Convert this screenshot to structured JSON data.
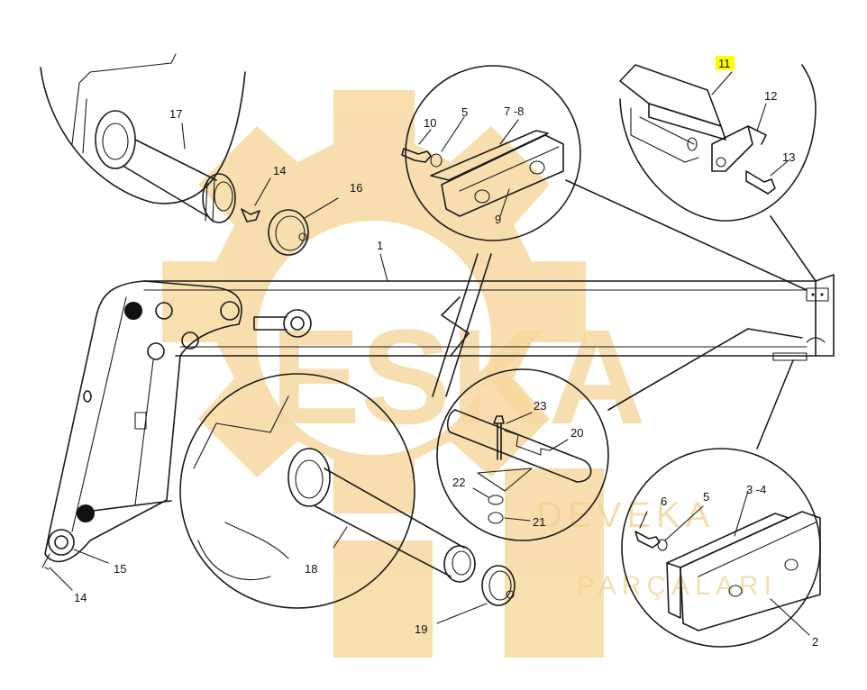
{
  "watermark": {
    "brand": "ESKA",
    "sub_line_1": "DEVEKA",
    "sub_line_2": "PARÇALARI",
    "color": "#f7d9a0"
  },
  "highlight_color": "#ffff00",
  "callouts": {
    "c1": "1",
    "c2": "2",
    "c3_4": "3 -4",
    "c5a": "5",
    "c5b": "5",
    "c6": "6",
    "c7_8": "7 -8",
    "c9": "9",
    "c10": "10",
    "c11": "11",
    "c12": "12",
    "c13": "13",
    "c14a": "14",
    "c14b": "14",
    "c15": "15",
    "c16": "16",
    "c17": "17",
    "c18": "18",
    "c19": "19",
    "c20": "20",
    "c21": "21",
    "c22": "22",
    "c23": "23"
  }
}
